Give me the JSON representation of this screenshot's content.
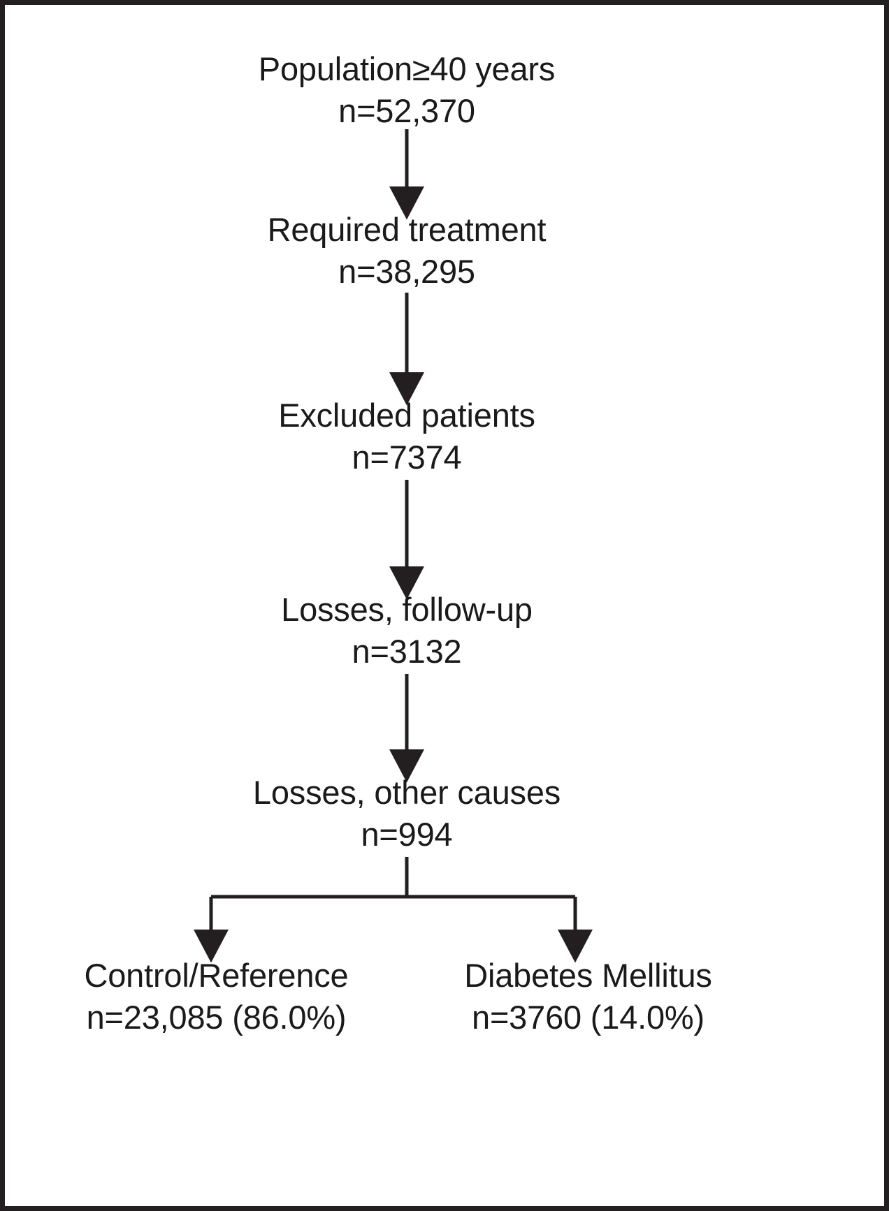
{
  "figure": {
    "type": "flow-diagram",
    "title": "Patient selection flow diagram",
    "border_color": "#231f20",
    "text_color": "#1a1a1a",
    "background_color": "#ffffff"
  },
  "nodes": [
    {
      "id": "population",
      "label": "Population≥40 years",
      "count_label": "n=52,370",
      "n": 52370
    },
    {
      "id": "required_treatment",
      "label": "Required treatment",
      "count_label": "n=38,295",
      "n": 38295
    },
    {
      "id": "excluded_patients",
      "label": "Excluded patients",
      "count_label": "n=7374",
      "n": 7374
    },
    {
      "id": "losses_follow_up",
      "label": "Losses, follow-up",
      "count_label": "n=3132",
      "n": 3132
    },
    {
      "id": "losses_other_causes",
      "label": "Losses, other causes",
      "count_label": "n=994",
      "n": 994
    },
    {
      "id": "control_reference",
      "label": "Control/Reference",
      "count_label": "n=23,085 (86.0%)",
      "n": 23085,
      "percent": "86.0%"
    },
    {
      "id": "diabetes_mellitus",
      "label": "Diabetes Mellitus",
      "count_label": "n=3760 (14.0%)",
      "n": 3760,
      "percent": "14.0%"
    }
  ],
  "edges": [
    {
      "from": "population",
      "to": "required_treatment",
      "style": "arrow-down"
    },
    {
      "from": "required_treatment",
      "to": "excluded_patients",
      "style": "arrow-down"
    },
    {
      "from": "excluded_patients",
      "to": "losses_follow_up",
      "style": "arrow-down"
    },
    {
      "from": "losses_follow_up",
      "to": "losses_other_causes",
      "style": "arrow-down"
    },
    {
      "from": "losses_other_causes",
      "to": "control_reference",
      "style": "fork-left-arrow"
    },
    {
      "from": "losses_other_causes",
      "to": "diabetes_mellitus",
      "style": "fork-right-arrow"
    }
  ]
}
